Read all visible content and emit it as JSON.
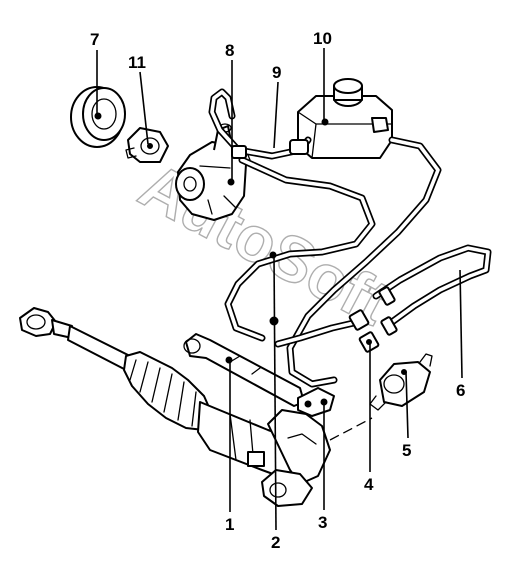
{
  "watermark": "AutoSoft",
  "callouts": [
    {
      "id": "1",
      "label": "1"
    },
    {
      "id": "2",
      "label": "2"
    },
    {
      "id": "3",
      "label": "3"
    },
    {
      "id": "4",
      "label": "4"
    },
    {
      "id": "5",
      "label": "5"
    },
    {
      "id": "6",
      "label": "6"
    },
    {
      "id": "7",
      "label": "7"
    },
    {
      "id": "8",
      "label": "8"
    },
    {
      "id": "9",
      "label": "9"
    },
    {
      "id": "10",
      "label": "10"
    },
    {
      "id": "11",
      "label": "11"
    }
  ]
}
